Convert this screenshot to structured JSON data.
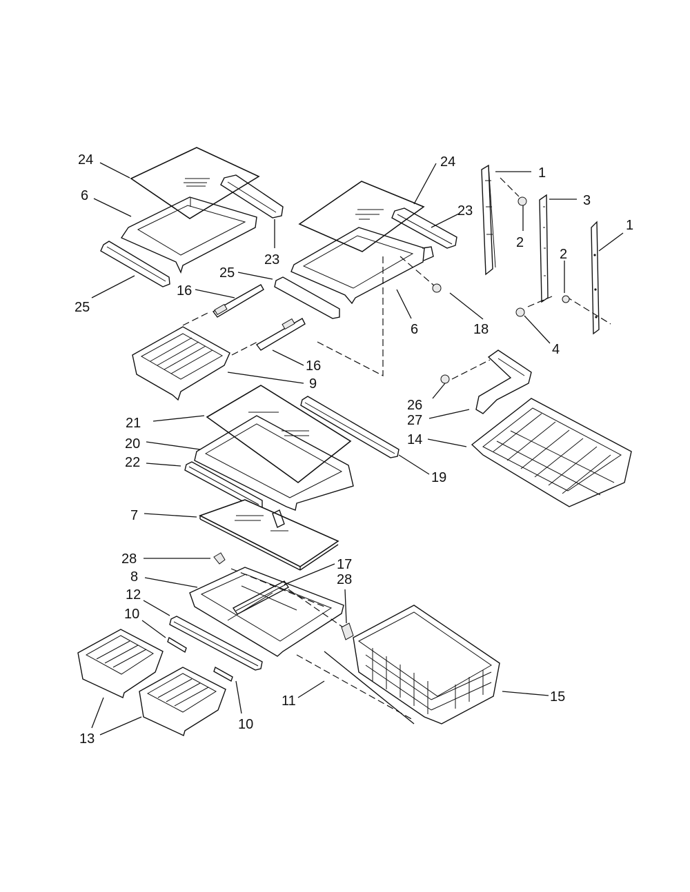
{
  "callouts": [
    {
      "id": "c24a",
      "text": "24"
    },
    {
      "id": "c6a",
      "text": "6"
    },
    {
      "id": "c25a",
      "text": "25"
    },
    {
      "id": "c23a",
      "text": "23"
    },
    {
      "id": "c24b",
      "text": "24"
    },
    {
      "id": "c23b",
      "text": "23"
    },
    {
      "id": "c25b",
      "text": "25"
    },
    {
      "id": "c16a",
      "text": "16"
    },
    {
      "id": "c6b",
      "text": "6"
    },
    {
      "id": "c18",
      "text": "18"
    },
    {
      "id": "c16b",
      "text": "16"
    },
    {
      "id": "c9",
      "text": "9"
    },
    {
      "id": "c1a",
      "text": "1"
    },
    {
      "id": "c2a",
      "text": "2"
    },
    {
      "id": "c3",
      "text": "3"
    },
    {
      "id": "c1b",
      "text": "1"
    },
    {
      "id": "c2b",
      "text": "2"
    },
    {
      "id": "c4",
      "text": "4"
    },
    {
      "id": "c26",
      "text": "26"
    },
    {
      "id": "c27",
      "text": "27"
    },
    {
      "id": "c14",
      "text": "14"
    },
    {
      "id": "c21",
      "text": "21"
    },
    {
      "id": "c20",
      "text": "20"
    },
    {
      "id": "c22",
      "text": "22"
    },
    {
      "id": "c19",
      "text": "19"
    },
    {
      "id": "c7",
      "text": "7"
    },
    {
      "id": "c28a",
      "text": "28"
    },
    {
      "id": "c8",
      "text": "8"
    },
    {
      "id": "c17",
      "text": "17"
    },
    {
      "id": "c28b",
      "text": "28"
    },
    {
      "id": "c12",
      "text": "12"
    },
    {
      "id": "c10a",
      "text": "10"
    },
    {
      "id": "c13",
      "text": "13"
    },
    {
      "id": "c10b",
      "text": "10"
    },
    {
      "id": "c11",
      "text": "11"
    },
    {
      "id": "c15",
      "text": "15"
    }
  ]
}
